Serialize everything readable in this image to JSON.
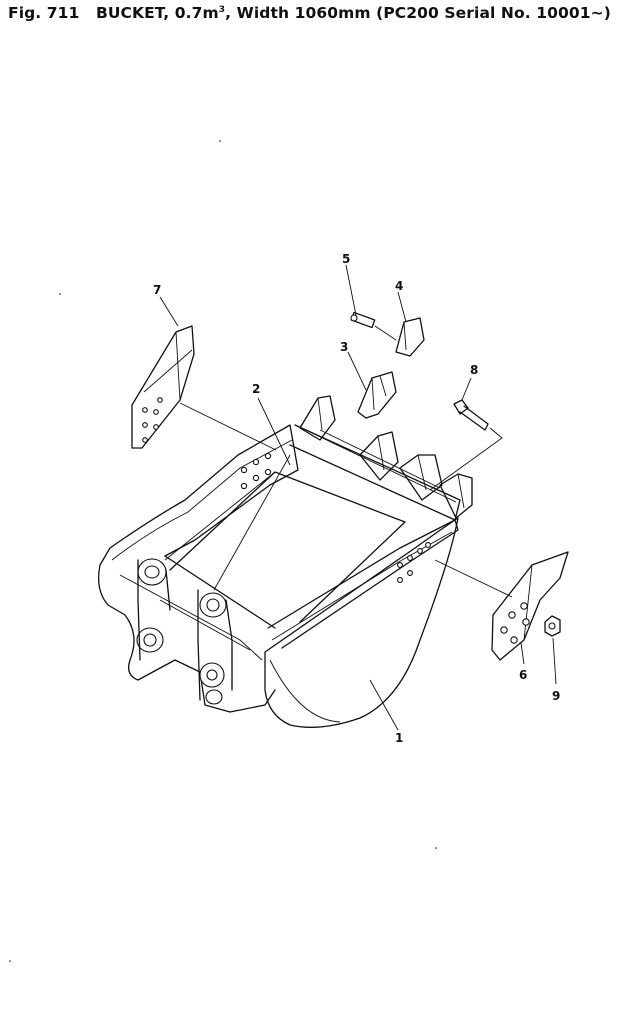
{
  "figure": {
    "number": "Fig. 711",
    "part": "BUCKET, 0.7m",
    "part_sup": "3",
    "width": ", Width 1060mm",
    "bracket_open": "(",
    "serial": "PC200 Serial No. 10001~",
    "bracket_close": ")"
  },
  "callouts": [
    {
      "id": "1",
      "label": "1"
    },
    {
      "id": "2",
      "label": "2"
    },
    {
      "id": "3",
      "label": "3"
    },
    {
      "id": "4",
      "label": "4"
    },
    {
      "id": "5",
      "label": "5"
    },
    {
      "id": "6",
      "label": "6"
    },
    {
      "id": "7",
      "label": "7"
    },
    {
      "id": "8",
      "label": "8"
    },
    {
      "id": "9",
      "label": "9"
    }
  ]
}
